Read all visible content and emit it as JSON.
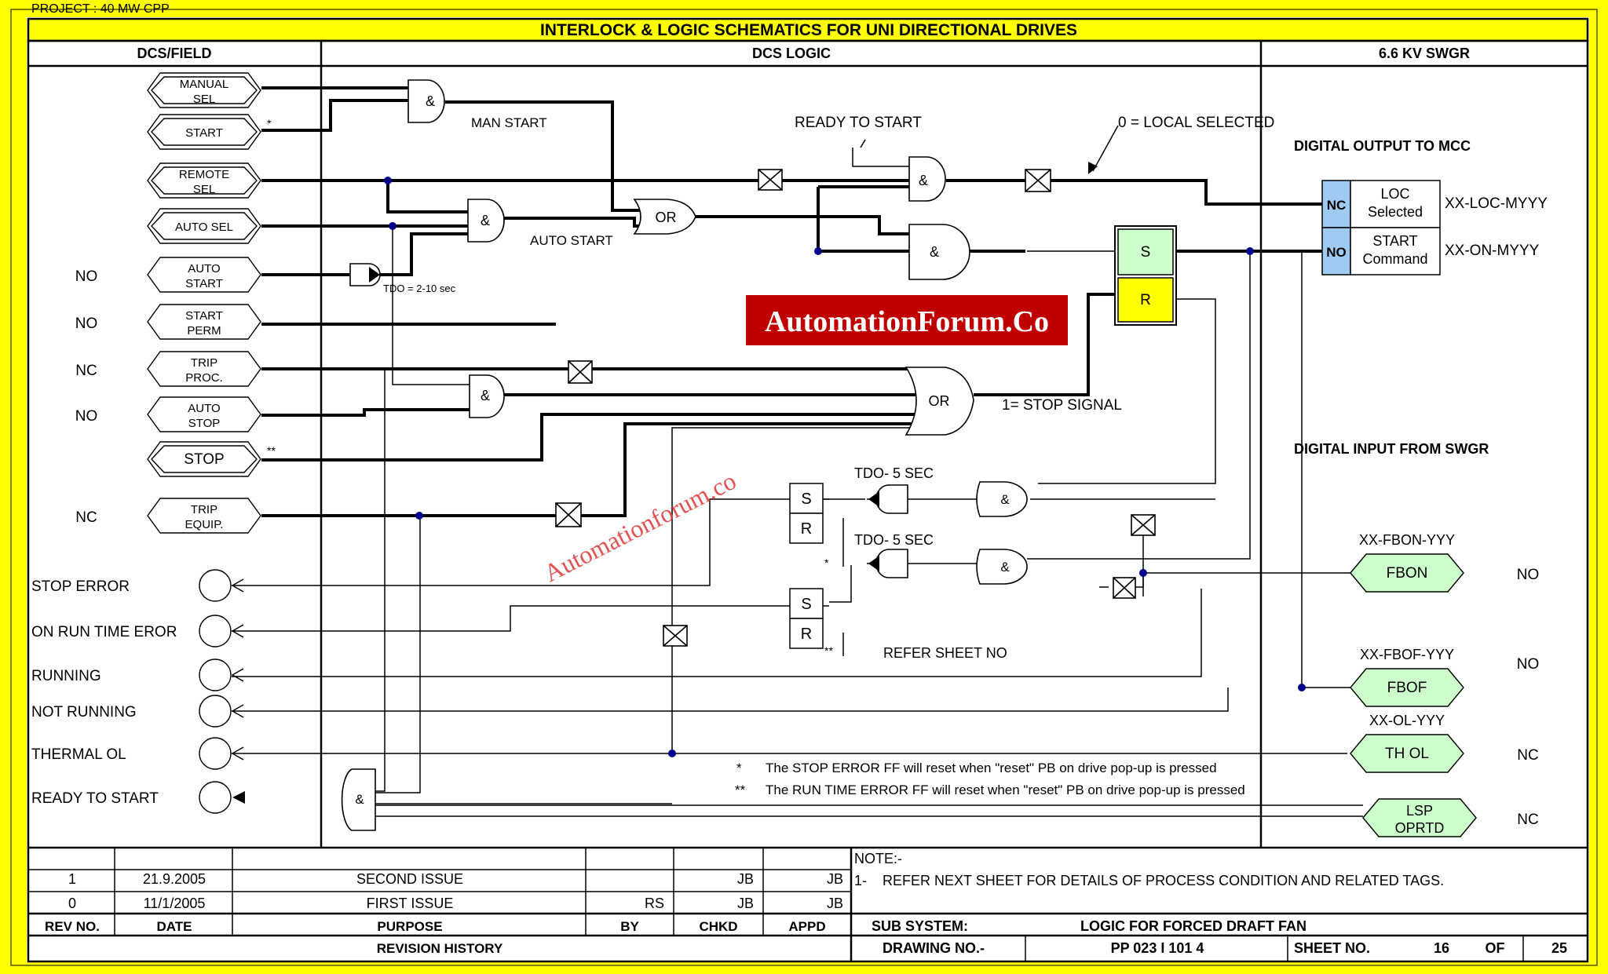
{
  "project_line": "PROJECT :     40 MW CPP",
  "title": "INTERLOCK & LOGIC SCHEMATICS FOR UNI DIRECTIONAL DRIVES",
  "headers": {
    "dcs_field": "DCS/FIELD",
    "dcs_logic": "DCS LOGIC",
    "swgr": "6.6 KV SWGR"
  },
  "field_inputs": [
    {
      "label": "MANUAL SEL",
      "line1": "MANUAL",
      "line2": "SEL",
      "contact": "",
      "mark": ""
    },
    {
      "label": "START",
      "line1": "START",
      "line2": "",
      "contact": "",
      "mark": "*"
    },
    {
      "label": "REMOTE SEL",
      "line1": "REMOTE",
      "line2": "SEL",
      "contact": "",
      "mark": ""
    },
    {
      "label": "AUTO SEL",
      "line1": "AUTO SEL",
      "line2": "",
      "contact": "",
      "mark": ""
    },
    {
      "label": "AUTO START",
      "line1": "AUTO",
      "line2": "START",
      "contact": "NO",
      "mark": ""
    },
    {
      "label": "START PERM",
      "line1": "START",
      "line2": "PERM",
      "contact": "NO",
      "mark": ""
    },
    {
      "label": "TRIP PROC.",
      "line1": "TRIP",
      "line2": "PROC.",
      "contact": "NC",
      "mark": ""
    },
    {
      "label": "AUTO STOP",
      "line1": "AUTO",
      "line2": "STOP",
      "contact": "NO",
      "mark": ""
    },
    {
      "label": "STOP",
      "line1": "STOP",
      "line2": "",
      "contact": "",
      "mark": "**"
    },
    {
      "label": "TRIP EQUIP.",
      "line1": "TRIP",
      "line2": "EQUIP.",
      "contact": "NC",
      "mark": ""
    }
  ],
  "outputs_left": [
    "STOP ERROR",
    "ON RUN TIME EROR",
    "RUNNING",
    "NOT RUNNING",
    "THERMAL OL",
    "READY TO START"
  ],
  "gate_labels": {
    "and": "&",
    "or": "OR",
    "set": "S",
    "reset": "R"
  },
  "logic_labels": {
    "man_start": "MAN START",
    "auto_start": "AUTO START",
    "ready_to_start": "READY TO START",
    "local_selected": "0 = LOCAL SELECTED",
    "tdo_1": "TDO = 2-10 sec",
    "stop_signal": "1= STOP SIGNAL",
    "tdo_5a": "TDO- 5 SEC",
    "tdo_5b": "TDO- 5 SEC",
    "refer_sheet": "REFER SHEET NO",
    "star": "*",
    "dstar": "**"
  },
  "watermarks": {
    "banner": "AutomationForum.Co",
    "diagonal": "Automationforum.co"
  },
  "digital_output": {
    "title": "DIGITAL OUTPUT TO MCC",
    "rows": [
      {
        "contact": "NC",
        "line1": "LOC",
        "line2": "Selected",
        "tag": "XX-LOC-MYYY"
      },
      {
        "contact": "NO",
        "line1": "START",
        "line2": "Command",
        "tag": "XX-ON-MYYY"
      }
    ]
  },
  "digital_input": {
    "title": "DIGITAL INPUT FROM SWGR",
    "items": [
      {
        "tag": "XX-FBON-YYY",
        "line1": "FBON",
        "line2": "",
        "contact": "NO"
      },
      {
        "tag": "XX-FBOF-YYY",
        "line1": "FBOF",
        "line2": "",
        "contact": "NO"
      },
      {
        "tag": "XX-OL-YYY",
        "line1": "TH OL",
        "line2": "",
        "contact": "NC"
      },
      {
        "tag": "",
        "line1": "LSP",
        "line2": "OPRTD",
        "contact": "NC"
      }
    ]
  },
  "footnotes": [
    {
      "mark": "*",
      "text": "The STOP ERROR FF will reset when \"reset\" PB on drive pop-up is pressed"
    },
    {
      "mark": "**",
      "text": "The RUN TIME ERROR FF will reset when \"reset\" PB on drive pop-up is pressed"
    }
  ],
  "revisions": [
    {
      "rev": "1",
      "date": "21.9.2005",
      "purpose": "SECOND ISSUE",
      "by": "",
      "chkd": "JB",
      "appd": "JB"
    },
    {
      "rev": "0",
      "date": "11/1/2005",
      "purpose": "FIRST ISSUE",
      "by": "RS",
      "chkd": "JB",
      "appd": "JB"
    }
  ],
  "revision_headers": {
    "rev": "REV NO.",
    "date": "DATE",
    "purpose": "PURPOSE",
    "by": "BY",
    "chkd": "CHKD",
    "appd": "APPD",
    "history": "REVISION HISTORY"
  },
  "notes": {
    "title": "NOTE:-",
    "item_no": "1-",
    "text": "REFER NEXT SHEET FOR DETAILS OF PROCESS CONDITION AND RELATED TAGS."
  },
  "title_block": {
    "sub_system_label": "SUB SYSTEM:",
    "sub_system_value": "LOGIC FOR FORCED DRAFT FAN",
    "drawing_label": "DRAWING NO.-",
    "drawing_value": "PP 023 I 101 4",
    "sheet_label": "SHEET NO.",
    "sheet_value": "16",
    "of_label": "OF",
    "total_sheets": "25"
  },
  "colors": {
    "border": "#ffff00",
    "contact_fill": "#9fcbf3",
    "set_fill": "#ccffcc",
    "reset_fill": "#ffff00",
    "banner_bg": "#c00000",
    "watermark": "#e04040",
    "input_fill": "#ccffcc"
  }
}
